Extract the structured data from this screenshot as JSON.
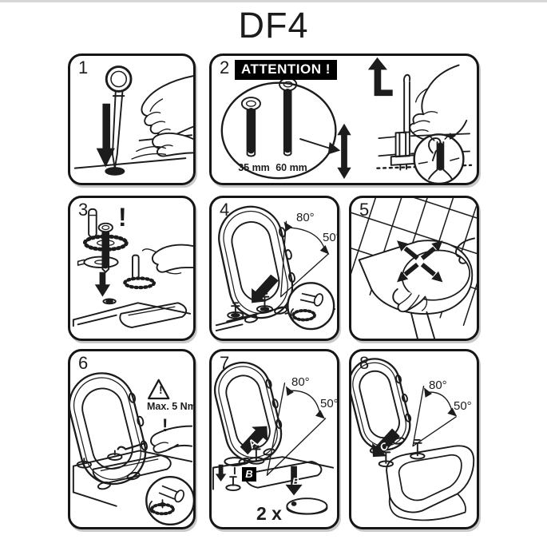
{
  "title": "DF4",
  "colors": {
    "ink": "#1c1c1c",
    "attention_bg": "#000000",
    "attention_fg": "#ffffff"
  },
  "panels": [
    {
      "number": "1"
    },
    {
      "number": "2",
      "attention": "ATTENTION !",
      "screw_short_label": "35 mm",
      "screw_long_label": "60 mm"
    },
    {
      "number": "3",
      "exclamation": "!"
    },
    {
      "number": "4",
      "angle_open": "80°",
      "angle_closed": "50°"
    },
    {
      "number": "5"
    },
    {
      "number": "6",
      "warning_mark": "!",
      "torque_limit": "Max. 5 Nm",
      "exclamation": "!"
    },
    {
      "number": "7",
      "angle_open": "80°",
      "angle_closed": "50°",
      "label_a": "A",
      "label_b": "B",
      "quantity": "2 x"
    },
    {
      "number": "8",
      "angle_open": "80°",
      "angle_closed": "50°",
      "label_c": "C"
    }
  ]
}
